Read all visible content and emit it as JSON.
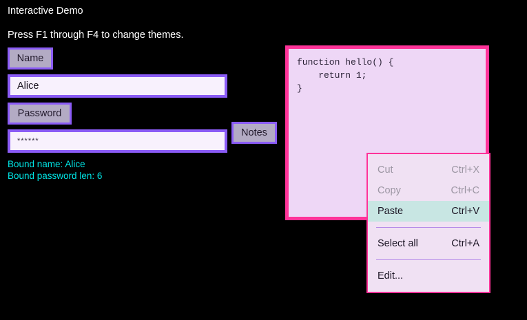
{
  "window": {
    "title": "Interactive Demo",
    "hint": "Press F1 through F4 to change themes.",
    "background": "#000000"
  },
  "form": {
    "name_label": "Name",
    "name_value": "Alice",
    "password_label": "Password",
    "password_value": "******",
    "notes_label": "Notes"
  },
  "status": {
    "bound_name": "Bound name: Alice",
    "bound_password_len": "Bound password len: 6",
    "color": "#00e5e5"
  },
  "editor": {
    "code": "function hello() {\n    return 1;\n}",
    "border_color": "#ff3399",
    "background": "#eed7f6"
  },
  "context_menu": {
    "border_color": "#ff3399",
    "background": "#f0e1f3",
    "highlight_color": "#c8e6e3",
    "items": [
      {
        "label": "Cut",
        "accel": "Ctrl+X",
        "state": "disabled"
      },
      {
        "label": "Copy",
        "accel": "Ctrl+C",
        "state": "disabled"
      },
      {
        "label": "Paste",
        "accel": "Ctrl+V",
        "state": "active"
      },
      {
        "separator": true
      },
      {
        "label": "Select all",
        "accel": "Ctrl+A",
        "state": "normal"
      },
      {
        "separator": true
      },
      {
        "label": "Edit...",
        "accel": "",
        "state": "normal"
      }
    ]
  },
  "theme": {
    "accent_purple": "#8b5cf6",
    "chip_fill": "#b3abc4",
    "field_fill": "#f8f1fd",
    "pink": "#ff3399"
  }
}
